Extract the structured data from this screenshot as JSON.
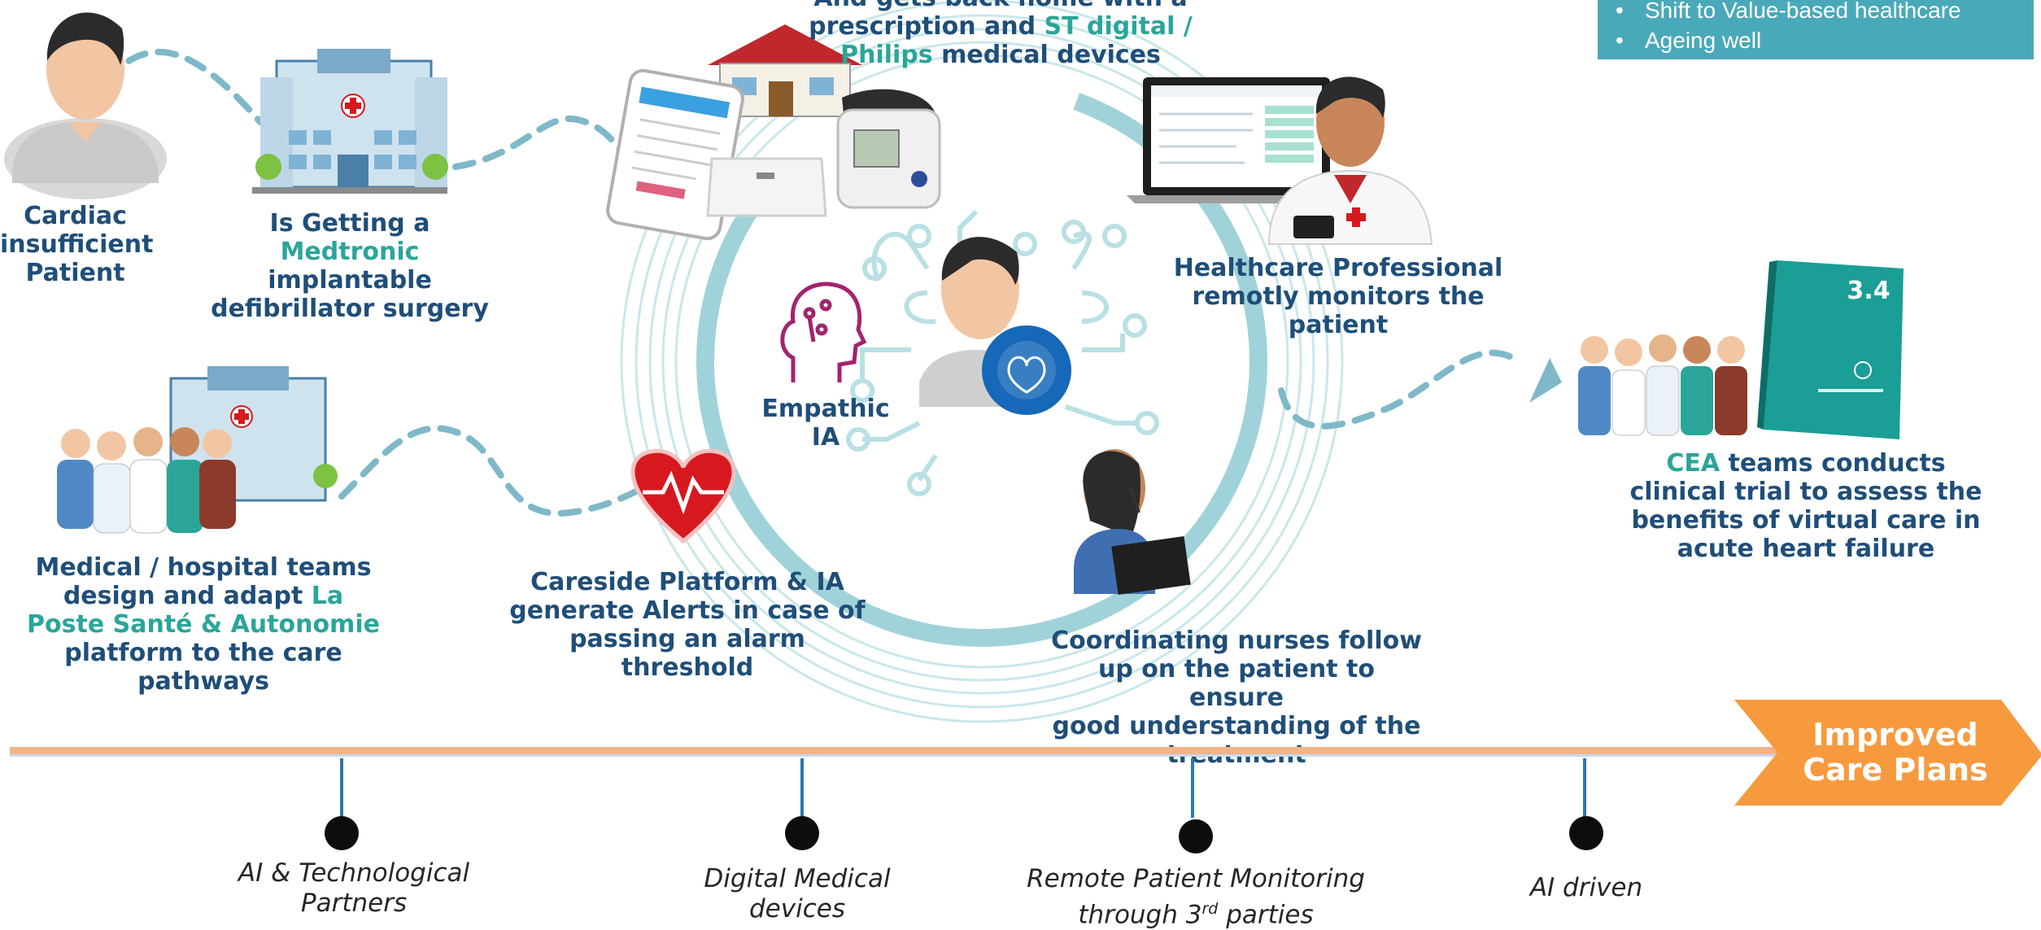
{
  "top_right_box": {
    "bullets": [
      "Shift to Value-based healthcare",
      "Ageing well"
    ]
  },
  "steps": {
    "patient": {
      "lines": [
        "Cardiac",
        "insufficient",
        "Patient"
      ]
    },
    "surgery": {
      "line1": "Is Getting a",
      "brand": "Medtronic",
      "line3": "implantable",
      "line4": "defibrillator surgery"
    },
    "home": {
      "line1": "And gets back home with a",
      "line2_a": "prescription and ",
      "line2_brand": "ST digital /",
      "line3_brand": "Philips",
      "line3_b": "  medical devices"
    },
    "hcp": {
      "lines": [
        "Healthcare Professional",
        "remotly monitors the",
        "patient"
      ]
    },
    "ai": {
      "lines": [
        "Empathic",
        "IA"
      ]
    },
    "cea": {
      "brand": "CEA",
      "line1_rest": " teams  conducts",
      "line2": "clinical trial to assess the",
      "line3": "benefits of virtual care in",
      "line4": "acute heart failure"
    },
    "teams": {
      "line1": "Medical / hospital teams",
      "line2_a": "design and adapt ",
      "line2_brand": "La",
      "line3_brand": "Poste Santé & Autonomie",
      "line4": "platform to the care",
      "line5": "pathways"
    },
    "careside": {
      "lines": [
        "Careside Platform & IA",
        "generate Alerts in case of",
        "passing an alarm threshold"
      ]
    },
    "nurses": {
      "lines": [
        "Coordinating nurses follow",
        "up on the patient to ensure",
        "good understanding of the",
        "treatment"
      ]
    }
  },
  "report_badge": "3.4",
  "outcome": {
    "line1": "Improved",
    "line2": "Care Plans"
  },
  "timeline": [
    {
      "line1": "AI & Technological",
      "line2": "Partners"
    },
    {
      "line1": "Digital Medical",
      "line2": "devices"
    },
    {
      "line1": "Remote Patient Monitoring",
      "line2_a": "through 3",
      "line2_sup": "rd",
      "line2_b": " parties"
    },
    {
      "line1": "AI driven"
    }
  ],
  "colors": {
    "title_blue": "#1f4e79",
    "brand_teal": "#2ba59a",
    "timeline_line": "#f2b38a",
    "timeline_tick": "#2e75b6",
    "outcome_arrow": "#f79a3e",
    "box_teal": "#4aa9b9",
    "heart_red": "#d7191f"
  },
  "icons": [
    "patient-avatar-icon",
    "hospital-icon",
    "house-icon",
    "smartphone-app-icon",
    "scale-icon",
    "blood-pressure-monitor-icon",
    "laptop-dashboard-icon",
    "doctor-icon",
    "ai-head-icon",
    "ai-circuit-patient-icon",
    "heart-pulse-icon",
    "nurse-headset-icon",
    "medical-team-icon",
    "report-booklet-icon"
  ]
}
